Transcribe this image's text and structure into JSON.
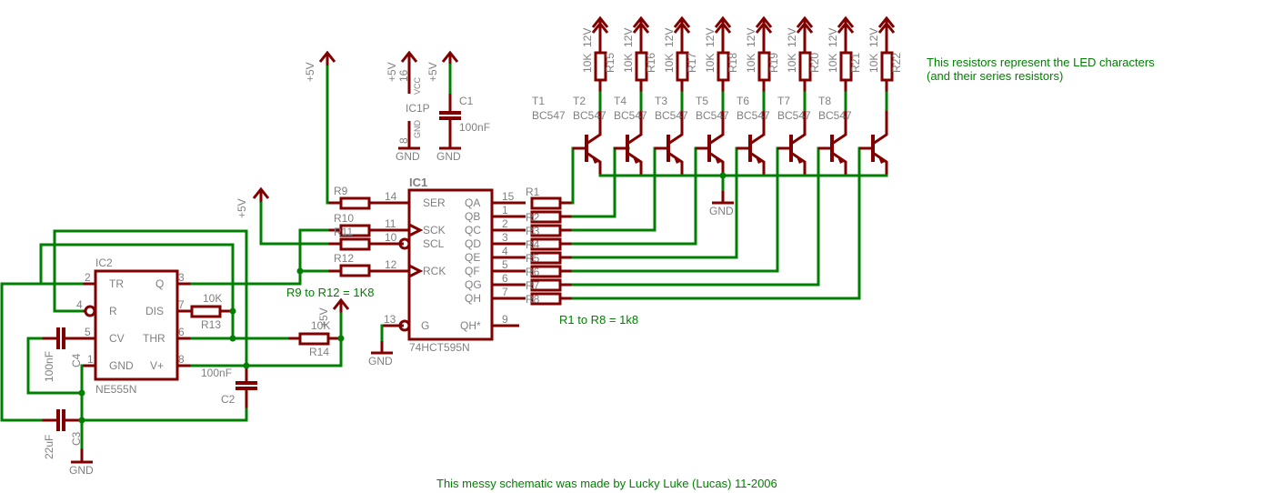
{
  "notes": {
    "led_resistors": [
      "This resistors represent the LED characters",
      "(and their series resistors)"
    ],
    "r9_r12": "R9 to R12 = 1K8",
    "r1_r8": "R1 to R8 = 1k8",
    "credit": "This messy schematic was made by Lucky Luke (Lucas) 11-2006"
  },
  "colors": {
    "component": "#800000",
    "wire": "#008000",
    "label": "#808080",
    "note": "#008000"
  },
  "ic1": {
    "name": "IC1",
    "part": "74HCT595N",
    "left_pins": [
      {
        "num": "14",
        "name": "SER"
      },
      {
        "num": "11",
        "name": "SCK"
      },
      {
        "num": "10",
        "name": "SCL"
      },
      {
        "num": "12",
        "name": "RCK"
      },
      {
        "num": "13",
        "name": "G"
      }
    ],
    "right_pins": [
      {
        "num": "15",
        "name": "QA"
      },
      {
        "num": "1",
        "name": "QB"
      },
      {
        "num": "2",
        "name": "QC"
      },
      {
        "num": "3",
        "name": "QD"
      },
      {
        "num": "4",
        "name": "QE"
      },
      {
        "num": "5",
        "name": "QF"
      },
      {
        "num": "6",
        "name": "QG"
      },
      {
        "num": "7",
        "name": "QH"
      },
      {
        "num": "9",
        "name": "QH*"
      }
    ]
  },
  "ic1p": {
    "name": "IC1P",
    "vcc_pin": "16",
    "vcc_label": "VCC",
    "gnd_pin": "8",
    "gnd_label": "GND"
  },
  "ic2": {
    "name": "IC2",
    "part": "NE555N",
    "left_pins": [
      {
        "num": "2",
        "name": "TR"
      },
      {
        "num": "4",
        "name": "R"
      },
      {
        "num": "5",
        "name": "CV"
      },
      {
        "num": "1",
        "name": "GND"
      }
    ],
    "right_pins": [
      {
        "num": "3",
        "name": "Q"
      },
      {
        "num": "7",
        "name": "DIS"
      },
      {
        "num": "6",
        "name": "THR"
      },
      {
        "num": "8",
        "name": "V+"
      }
    ]
  },
  "supplies": {
    "p5v": "+5V",
    "p12v": "12V",
    "gnd": "GND"
  },
  "capacitors": [
    {
      "name": "C1",
      "value": "100nF"
    },
    {
      "name": "C2",
      "value": "100nF"
    },
    {
      "name": "C3",
      "value": "22uF"
    },
    {
      "name": "C4",
      "value": "100nF"
    }
  ],
  "resistors": {
    "input": [
      "R9",
      "R10",
      "R11",
      "R12"
    ],
    "output": [
      "R1",
      "R2",
      "R3",
      "R4",
      "R5",
      "R6",
      "R7",
      "R8"
    ],
    "timer": [
      {
        "name": "R13",
        "value": "10K"
      },
      {
        "name": "R14",
        "value": "10K"
      }
    ],
    "led": [
      {
        "name": "R15",
        "value": "10K"
      },
      {
        "name": "R16",
        "value": "10K"
      },
      {
        "name": "R17",
        "value": "10K"
      },
      {
        "name": "R18",
        "value": "10K"
      },
      {
        "name": "R19",
        "value": "10K"
      },
      {
        "name": "R20",
        "value": "10K"
      },
      {
        "name": "R21",
        "value": "10K"
      },
      {
        "name": "R22",
        "value": "10K"
      }
    ]
  },
  "transistors": {
    "names": [
      "T1",
      "T2",
      "T4",
      "T3",
      "T5",
      "T6",
      "T7",
      "T8"
    ],
    "part": "BC547"
  }
}
